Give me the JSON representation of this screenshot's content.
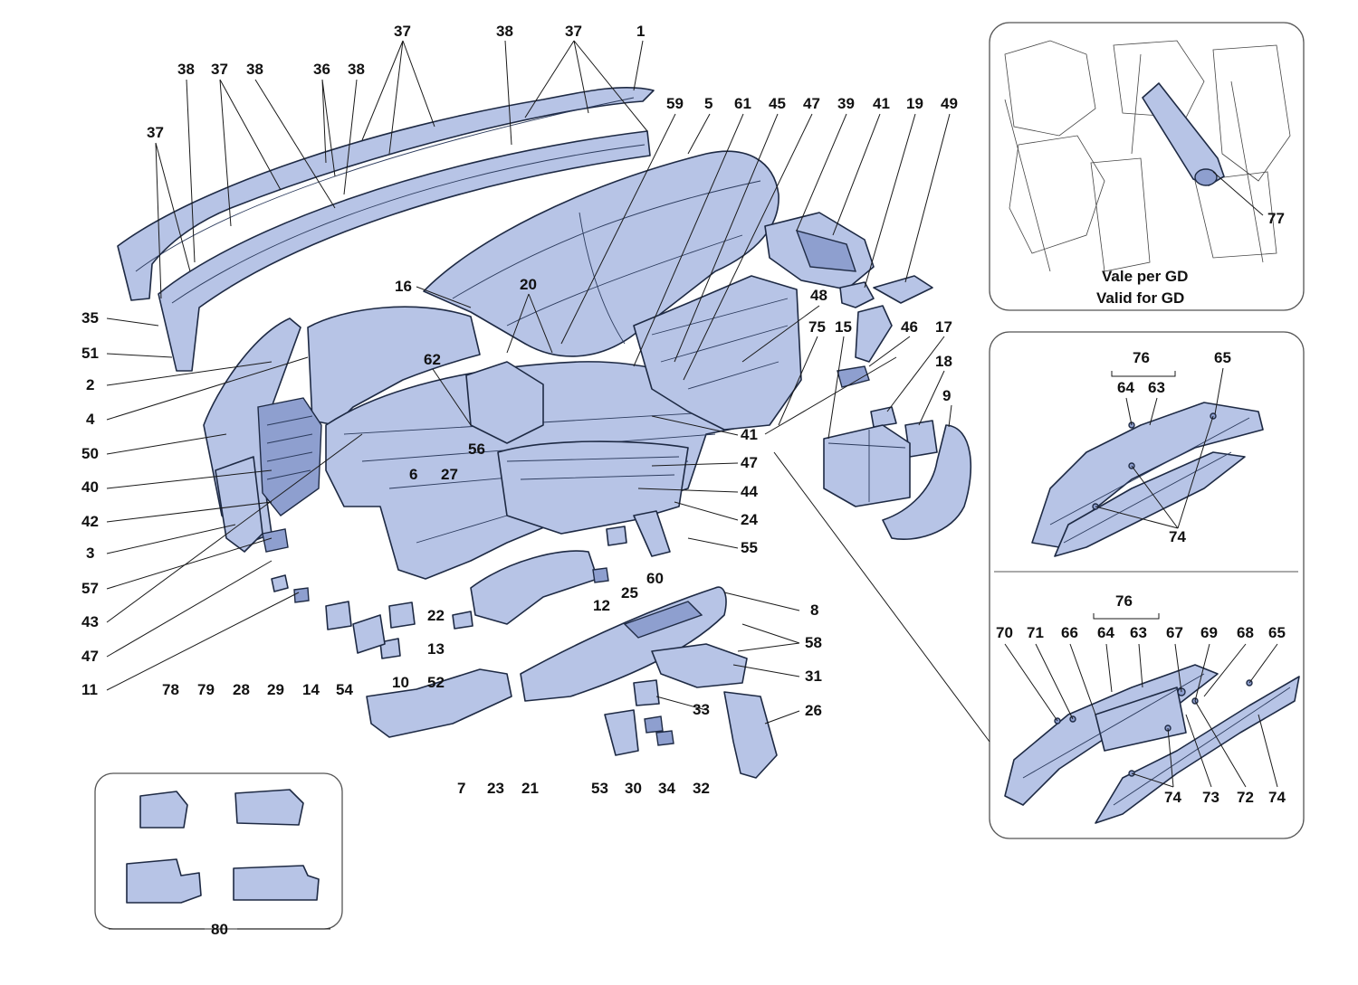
{
  "callouts": {
    "main": [
      "37",
      "38",
      "37",
      "1",
      "38",
      "37",
      "38",
      "36",
      "38",
      "37",
      "59",
      "5",
      "61",
      "45",
      "47",
      "39",
      "41",
      "19",
      "49",
      "16",
      "20",
      "48",
      "35",
      "51",
      "2",
      "4",
      "50",
      "40",
      "42",
      "3",
      "57",
      "43",
      "47",
      "11",
      "62",
      "56",
      "6",
      "27",
      "41",
      "47",
      "44",
      "24",
      "55",
      "60",
      "75",
      "15",
      "46",
      "17",
      "18",
      "9",
      "25",
      "12",
      "22",
      "13",
      "52",
      "23",
      "21",
      "53",
      "7",
      "8",
      "58",
      "31",
      "33",
      "30",
      "34",
      "32",
      "26",
      "10",
      "54",
      "14",
      "29",
      "28",
      "79",
      "78"
    ],
    "inset_gd": [
      "77"
    ],
    "inset_mid": [
      "76",
      "64",
      "63",
      "65",
      "74"
    ],
    "inset_low": [
      "76",
      "70",
      "71",
      "66",
      "64",
      "63",
      "67",
      "69",
      "68",
      "65",
      "74",
      "73",
      "72",
      "74"
    ],
    "inset_80": [
      "80"
    ]
  },
  "inset_gd_caption": {
    "line1": "Vale per GD",
    "line2": "Valid for GD"
  },
  "colors": {
    "part_fill": "#b7c4e6",
    "outline": "#1e2a44"
  }
}
